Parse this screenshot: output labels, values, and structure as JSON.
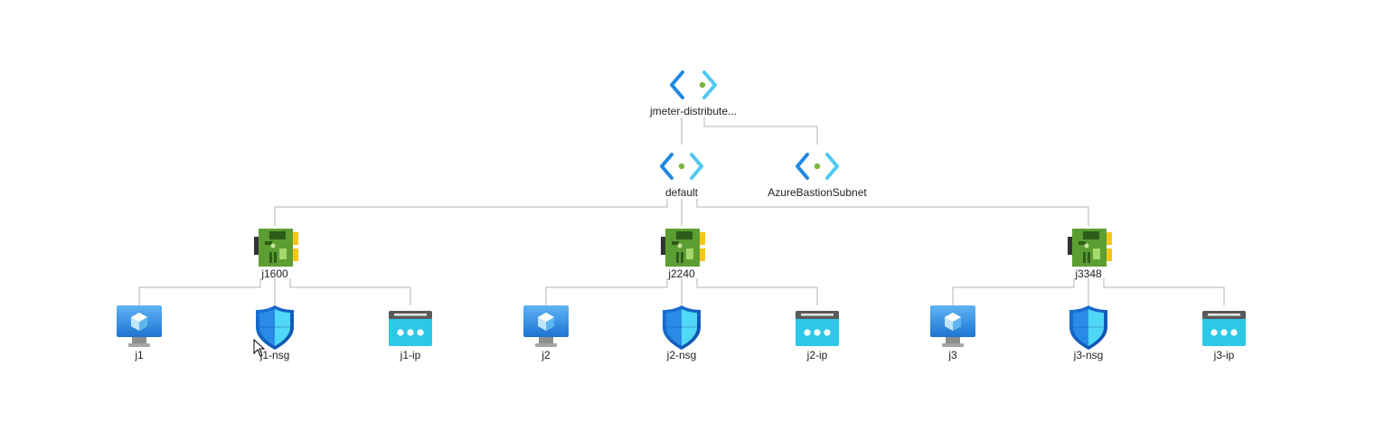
{
  "vnet": {
    "label": "jmeter-distribute..."
  },
  "subnets": [
    {
      "id": "default",
      "label": "default"
    },
    {
      "id": "bastion",
      "label": "AzureBastionSubnet"
    }
  ],
  "nics": [
    {
      "id": "j1600",
      "label": "j1600"
    },
    {
      "id": "j2240",
      "label": "j2240"
    },
    {
      "id": "j3348",
      "label": "j3348"
    }
  ],
  "resources": [
    {
      "vm": "j1",
      "nsg": "j1-nsg",
      "ip": "j1-ip"
    },
    {
      "vm": "j2",
      "nsg": "j2-nsg",
      "ip": "j2-ip"
    },
    {
      "vm": "j3",
      "nsg": "j3-nsg",
      "ip": "j3-ip"
    }
  ],
  "colors": {
    "line": "#b3b3b3",
    "vnet_dark": "#1e88e5",
    "vnet_light": "#50c8f0",
    "vnet_dot": "#7cb342",
    "nic_green": "#5c9e31",
    "nic_dark": "#2e5c1a",
    "nic_yellow": "#f5c518",
    "vm_blue": "#3c9ee8",
    "shield_dark": "#1565c0",
    "shield_light": "#50d8f7",
    "ip_cyan": "#2dc8e6",
    "ip_bar": "#5a5a5a"
  }
}
